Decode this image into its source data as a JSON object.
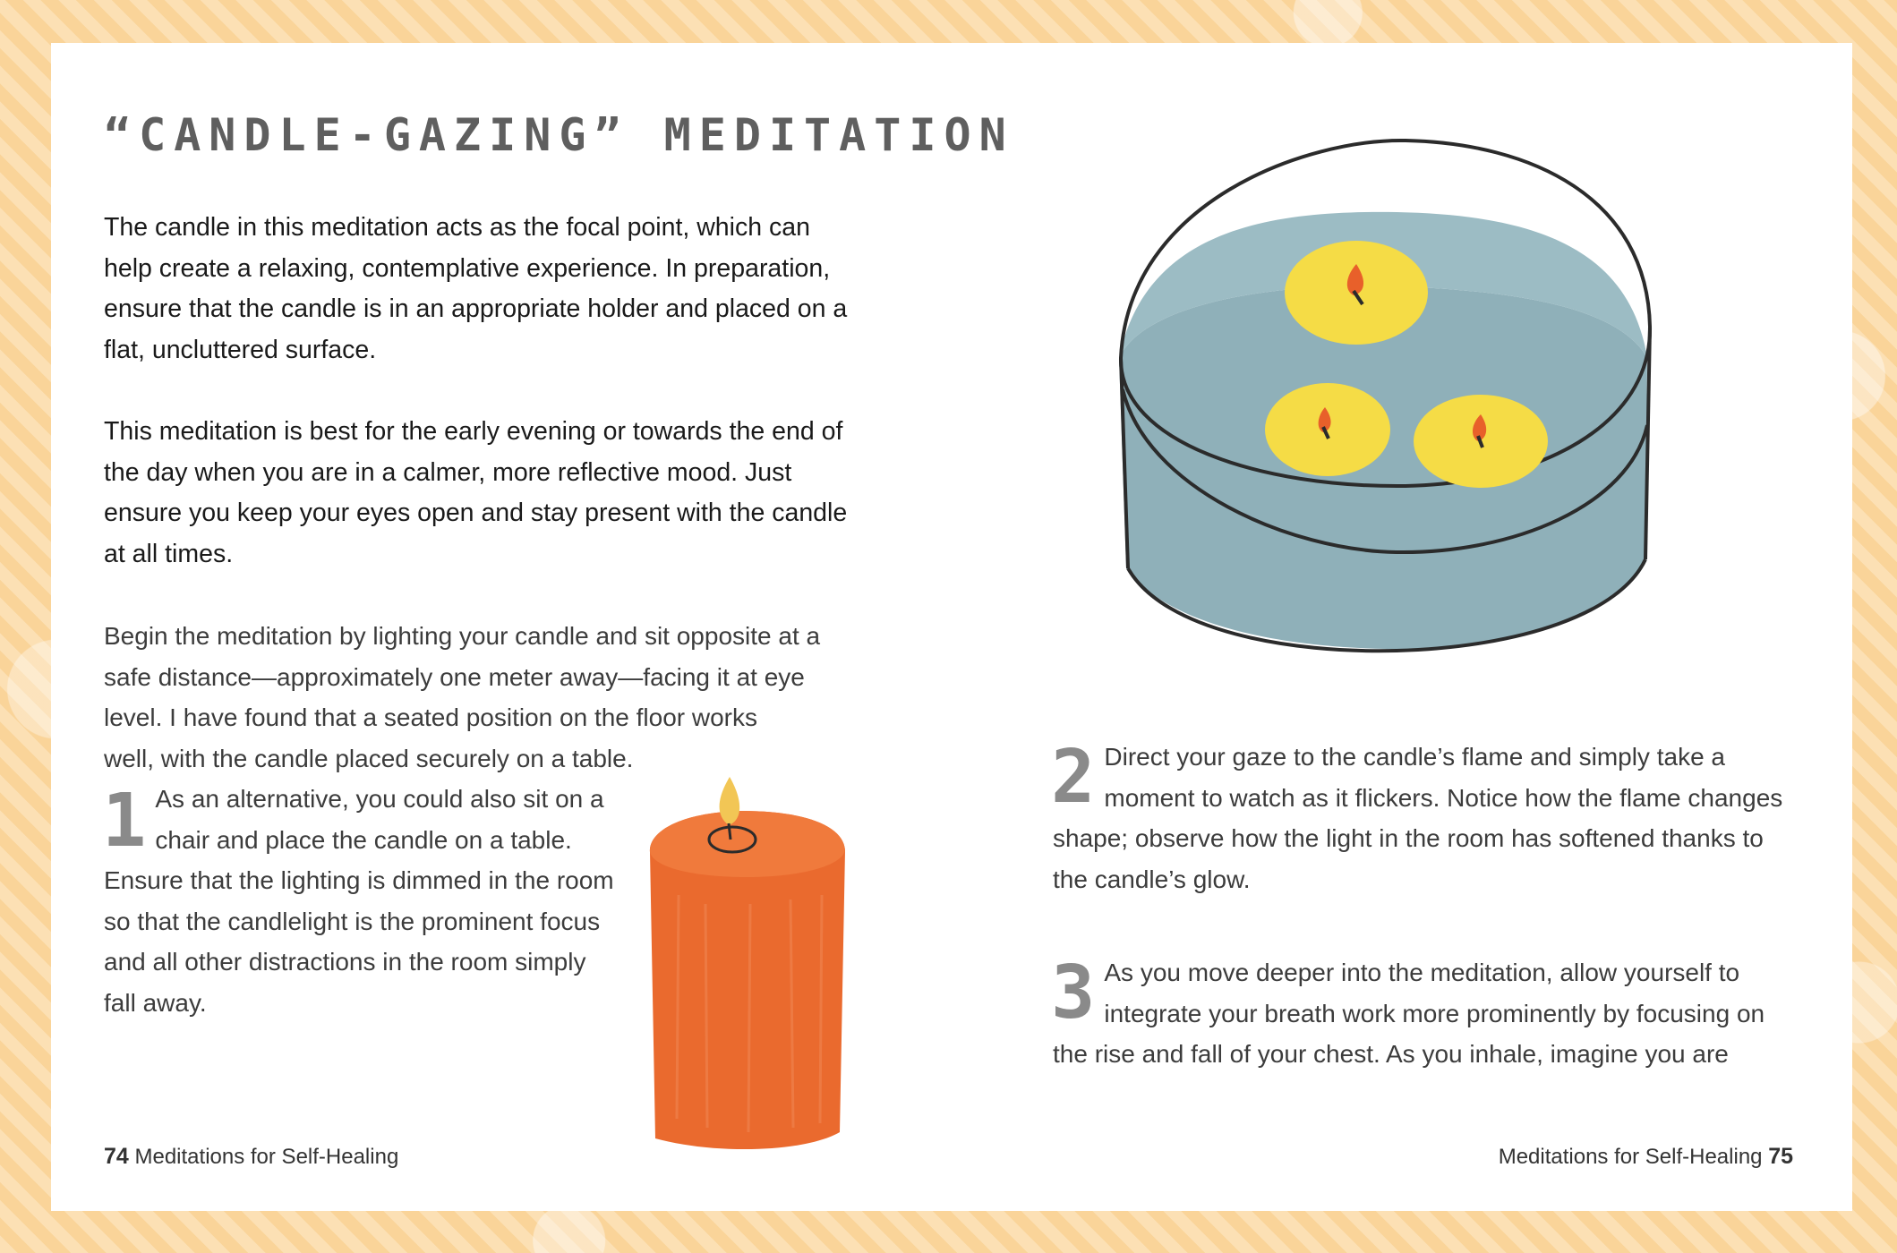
{
  "title": "“CANDLE-GAZING” MEDITATION",
  "intro": [
    "The candle in this meditation acts as the focal point, which can help create a relaxing, contemplative experience. In preparation, ensure that the candle is in an appropriate holder and placed on a flat, uncluttered surface.",
    "This meditation is best for the early evening or towards the end of the day when you are in a calmer, more reflective mood. Just ensure you keep your eyes open and stay present with the candle at all times."
  ],
  "steps": [
    {
      "number": "1",
      "text": "Begin the meditation by lighting your candle and sit opposite at a safe distance—approximately one meter away—facing it at eye level. I have found that a seated position on the floor works well, with the candle placed securely on a table. As an alternative, you could also sit on a chair and place the candle on a table. Ensure that the lighting is dimmed in the room so that the candlelight is the prominent focus and all other distractions in the room simply fall away."
    },
    {
      "number": "2",
      "text": "Direct your gaze to the candle’s flame and simply take a moment to watch as it flickers. Notice how the flame changes shape; observe how the light in the room has softened thanks to the candle’s glow."
    },
    {
      "number": "3",
      "text": "As you move deeper into the meditation, allow yourself to integrate your breath work more prominently by focusing on the rise and fall of your chest. As you inhale, imagine you are"
    }
  ],
  "footer": {
    "left_page_number": "74",
    "right_page_number": "75",
    "book_title": "Meditations for Self-Healing"
  },
  "illustration_colors": {
    "water": "#8fb0b9",
    "tealight": "#f5dc46",
    "flame": "#e8602a",
    "candle": "#ea6a2e",
    "candle_flame": "#f2c655",
    "outline": "#2b2b2b"
  }
}
